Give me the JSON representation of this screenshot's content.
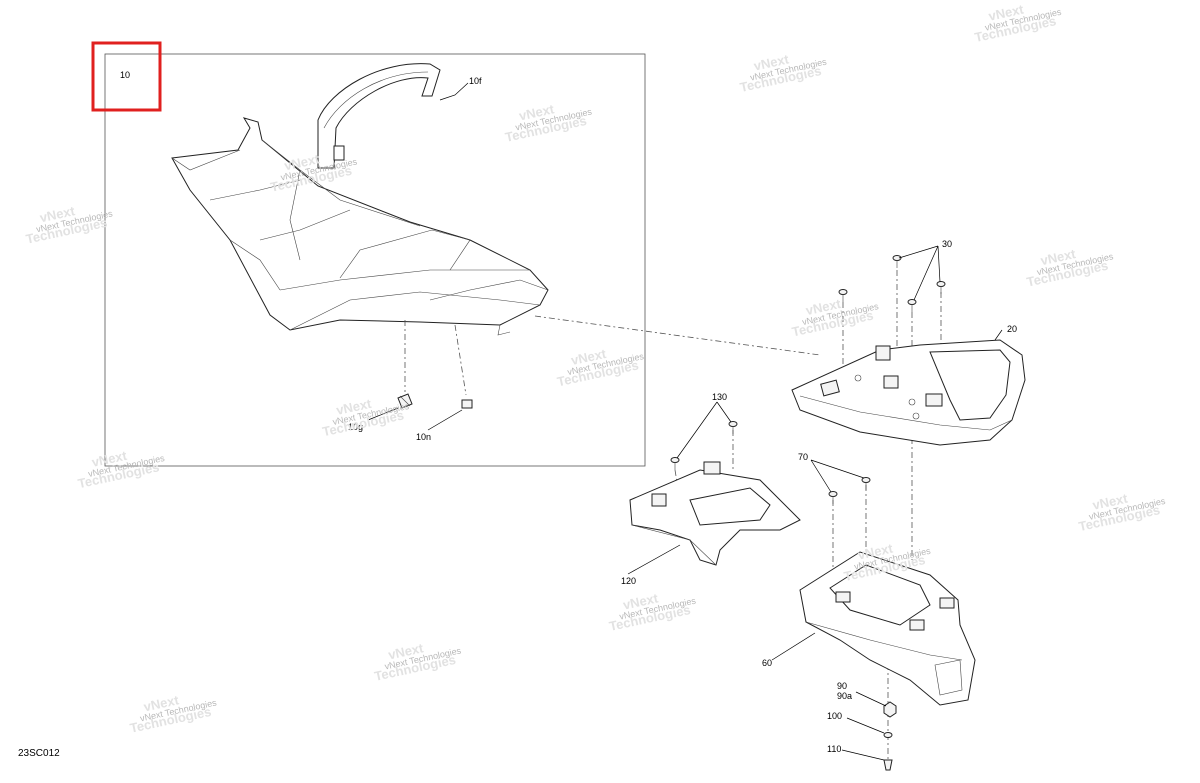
{
  "diagram": {
    "callouts": {
      "c10": "10",
      "c10f": "10f",
      "c10g": "10g",
      "c10n": "10n",
      "c20": "20",
      "c30": "30",
      "c60": "60",
      "c70": "70",
      "c90": "90",
      "c90a": "90a",
      "c100": "100",
      "c110": "110",
      "c120": "120",
      "c130": "130"
    },
    "diagram_code": "23SC012",
    "watermark": {
      "line1": "vNext",
      "line2": "vNext Technologies",
      "line3": "Technologies"
    },
    "highlight_color": "#e0201f"
  }
}
